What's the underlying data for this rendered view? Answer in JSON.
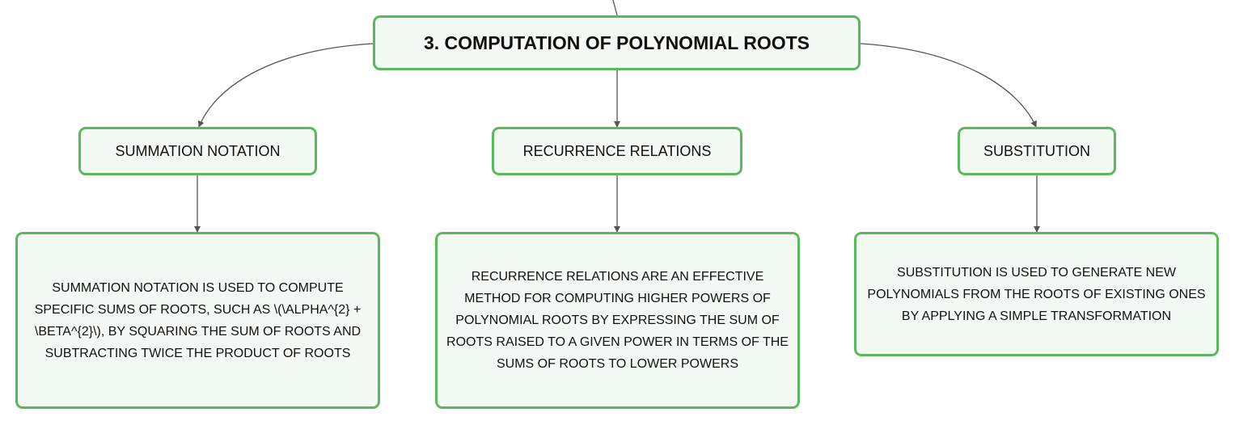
{
  "root": {
    "title": "3. COMPUTATION OF POLYNOMIAL ROOTS"
  },
  "branches": [
    {
      "label": "SUMMATION NOTATION",
      "detail": "SUMMATION NOTATION IS USED TO COMPUTE SPECIFIC SUMS OF ROOTS, SUCH AS \\(\\ALPHA^{2} + \\BETA^{2}\\), BY SQUARING THE SUM OF ROOTS AND SUBTRACTING TWICE THE PRODUCT OF ROOTS"
    },
    {
      "label": "RECURRENCE RELATIONS",
      "detail": "RECURRENCE RELATIONS ARE AN EFFECTIVE METHOD FOR COMPUTING HIGHER POWERS OF POLYNOMIAL ROOTS BY EXPRESSING THE SUM OF ROOTS RAISED TO A GIVEN POWER IN TERMS OF THE SUMS OF ROOTS TO LOWER POWERS"
    },
    {
      "label": "SUBSTITUTION",
      "detail": "SUBSTITUTION IS USED TO GENERATE NEW POLYNOMIALS FROM THE ROOTS OF EXISTING ONES BY APPLYING A SIMPLE TRANSFORMATION"
    }
  ],
  "colors": {
    "node_border": "#5cb85c",
    "node_fill": "#f3faf4",
    "connector": "#555555",
    "text": "#111111"
  }
}
